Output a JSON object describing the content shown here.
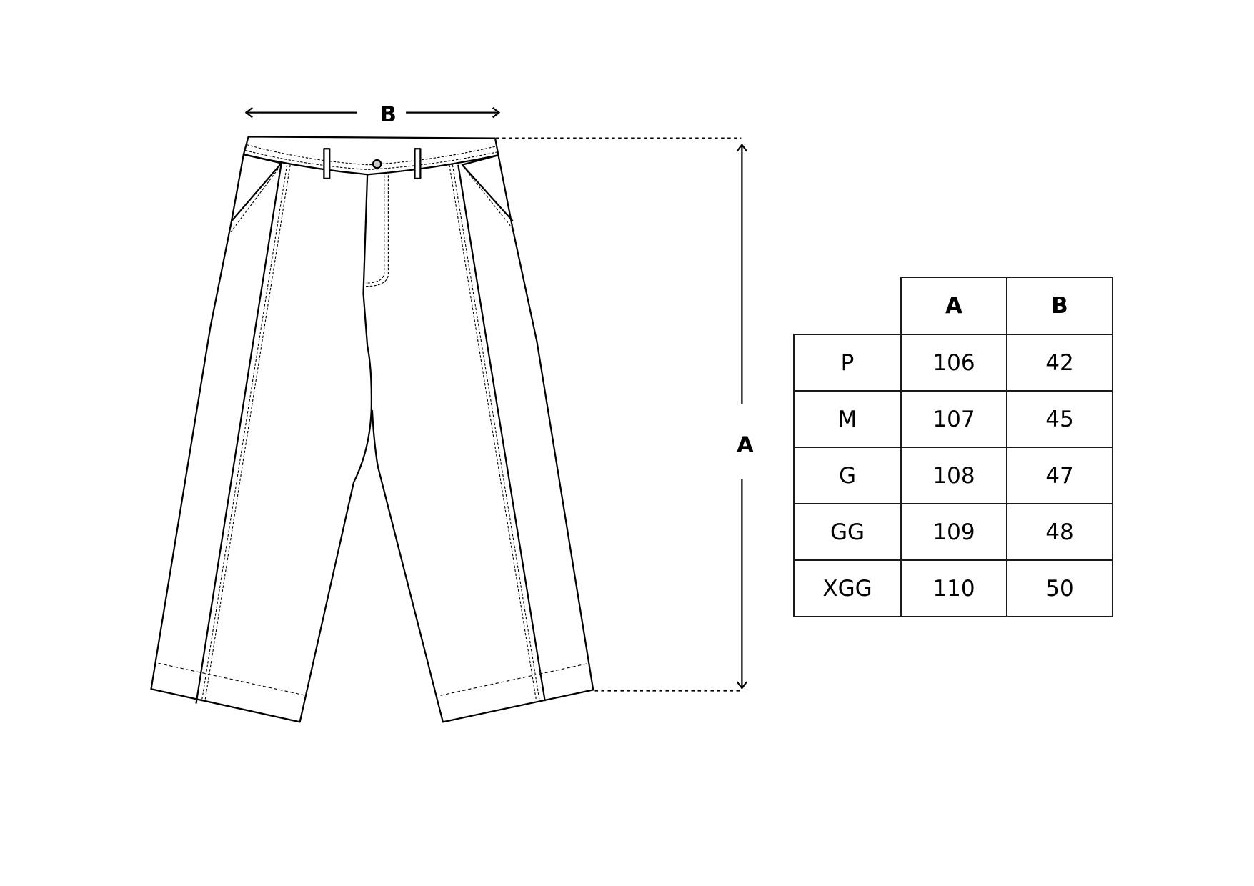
{
  "dimensions": {
    "width_label": "B",
    "length_label": "A"
  },
  "size_table": {
    "columns": [
      "A",
      "B"
    ],
    "rows": [
      {
        "size": "P",
        "A": "106",
        "B": "42"
      },
      {
        "size": "M",
        "A": "107",
        "B": "45"
      },
      {
        "size": "G",
        "A": "108",
        "B": "47"
      },
      {
        "size": "GG",
        "A": "109",
        "B": "48"
      },
      {
        "size": "XGG",
        "A": "110",
        "B": "50"
      }
    ]
  },
  "colors": {
    "line": "#000000",
    "background": "#ffffff"
  }
}
